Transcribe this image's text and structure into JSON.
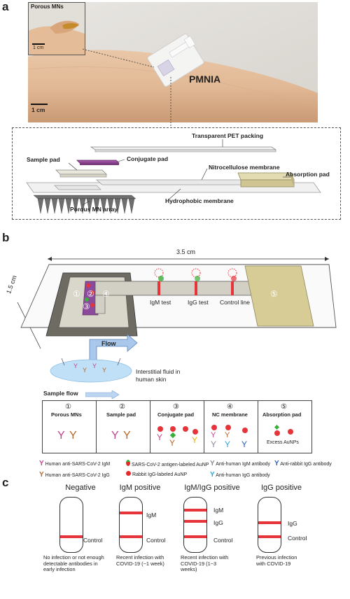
{
  "panel_a": {
    "letter": "a",
    "inset_title": "Porous MNs",
    "inset_scale": "1 cm",
    "photo_scale": "1 cm",
    "device_name": "PMNIA",
    "layers": {
      "pet": "Transparent PET packing",
      "sample_pad": "Sample pad",
      "conjugate_pad": "Conjugate pad",
      "nc_membrane": "Nitrocellulose membrane",
      "absorption_pad": "Absorption pad",
      "hydrophobic": "Hydrophobic membrane",
      "mn_array": "Porous MN array"
    }
  },
  "panel_b": {
    "letter": "b",
    "width_label": "3.5 cm",
    "height_label": "1.5 cm",
    "zones": [
      "①",
      "②",
      "③",
      "④",
      "⑤"
    ],
    "test_lines": [
      "IgM test",
      "IgG test",
      "Control line"
    ],
    "flow": "Flow",
    "fluid_label_1": "Interstitial fluid in",
    "fluid_label_2": "human skin",
    "sample_flow": "Sample flow",
    "table": [
      {
        "num": "①",
        "name": "Porous MNs"
      },
      {
        "num": "②",
        "name": "Sample pad"
      },
      {
        "num": "③",
        "name": "Conjugate pad"
      },
      {
        "num": "④",
        "name": "NC membrane"
      },
      {
        "num": "⑤",
        "name": "Absorption pad"
      }
    ],
    "excess": "Excess AuNPs",
    "legend": [
      "Human anti-SARS-CoV-2 IgM",
      "Human anti-SARS-CoV-2 IgG",
      "SARS-CoV-2 antigen-labeled AuNP",
      "Rabbit IgG-labeled AuNP",
      "Anti-human IgM antibody",
      "Anti-human IgG antibody",
      "Anti-rabbit IgG antibody"
    ],
    "colors": {
      "igm": "#c2448f",
      "igg": "#b8672a",
      "aunp": "#e52a2a",
      "antigen": "#3cae3c",
      "anti_igm": "#8a8a9a",
      "anti_igg": "#2aa6d6",
      "anti_rabbit": "#2a5fb8",
      "band": "#e5353b"
    }
  },
  "panel_c": {
    "letter": "c",
    "cases": [
      {
        "title": "Negative",
        "bands": [
          "Control"
        ],
        "desc": "No infection or not enough detectable antibodies in early infection"
      },
      {
        "title": "IgM positive",
        "bands": [
          "IgM",
          "Control"
        ],
        "desc": "Recent infection with COVID-19 (~1 week)"
      },
      {
        "title": "IgM/IgG positive",
        "bands": [
          "IgM",
          "IgG",
          "Control"
        ],
        "desc": "Recent infection with COVID-19 (1~3 weeks)"
      },
      {
        "title": "IgG positive",
        "bands": [
          "IgG",
          "Control"
        ],
        "desc": "Previous infection with COVID-19"
      }
    ]
  }
}
